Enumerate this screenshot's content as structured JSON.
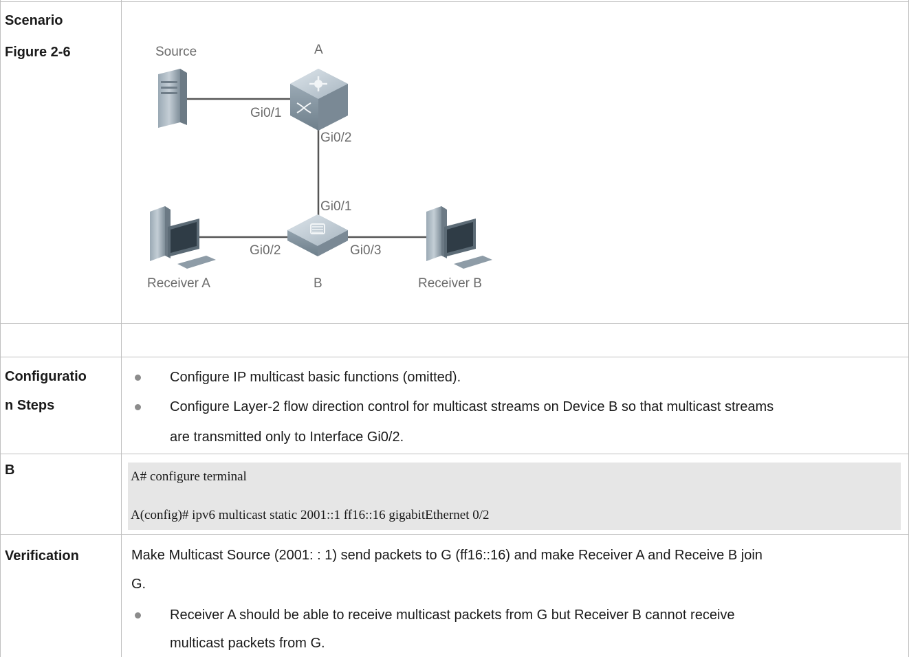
{
  "rows": {
    "scenario": {
      "label_line1": "Scenario",
      "label_line2": "Figure 2-6"
    },
    "diagram": {
      "source_label": "Source",
      "device_a_label": "A",
      "device_b_label": "B",
      "receiver_a_label": "Receiver A",
      "receiver_b_label": "Receiver B",
      "ports": {
        "a_gi01": "Gi0/1",
        "a_gi02": "Gi0/2",
        "b_gi01": "Gi0/1",
        "b_gi02": "Gi0/2",
        "b_gi03": "Gi0/3"
      }
    },
    "config_steps": {
      "label_line1": "Configuratio",
      "label_line2": "n Steps",
      "bullet1": "Configure IP multicast basic functions (omitted).",
      "bullet2_line1": "Configure Layer-2 flow direction control for multicast streams on Device B so that multicast streams",
      "bullet2_line2": "are transmitted only to Interface Gi0/2."
    },
    "b": {
      "label": "B",
      "code_line1": "A# configure terminal",
      "code_line2": "A(config)# ipv6 multicast static 2001::1 ff16::16 gigabitEthernet 0/2"
    },
    "verification": {
      "label": "Verification",
      "para_line1": "Make Multicast Source (2001: : 1) send packets to G (ff16::16) and make Receiver A and Receive B join",
      "para_line2": "G.",
      "bullet_line1": "Receiver A should be able to receive multicast packets from G but Receiver B cannot receive",
      "bullet_line2": "multicast packets from G."
    }
  }
}
